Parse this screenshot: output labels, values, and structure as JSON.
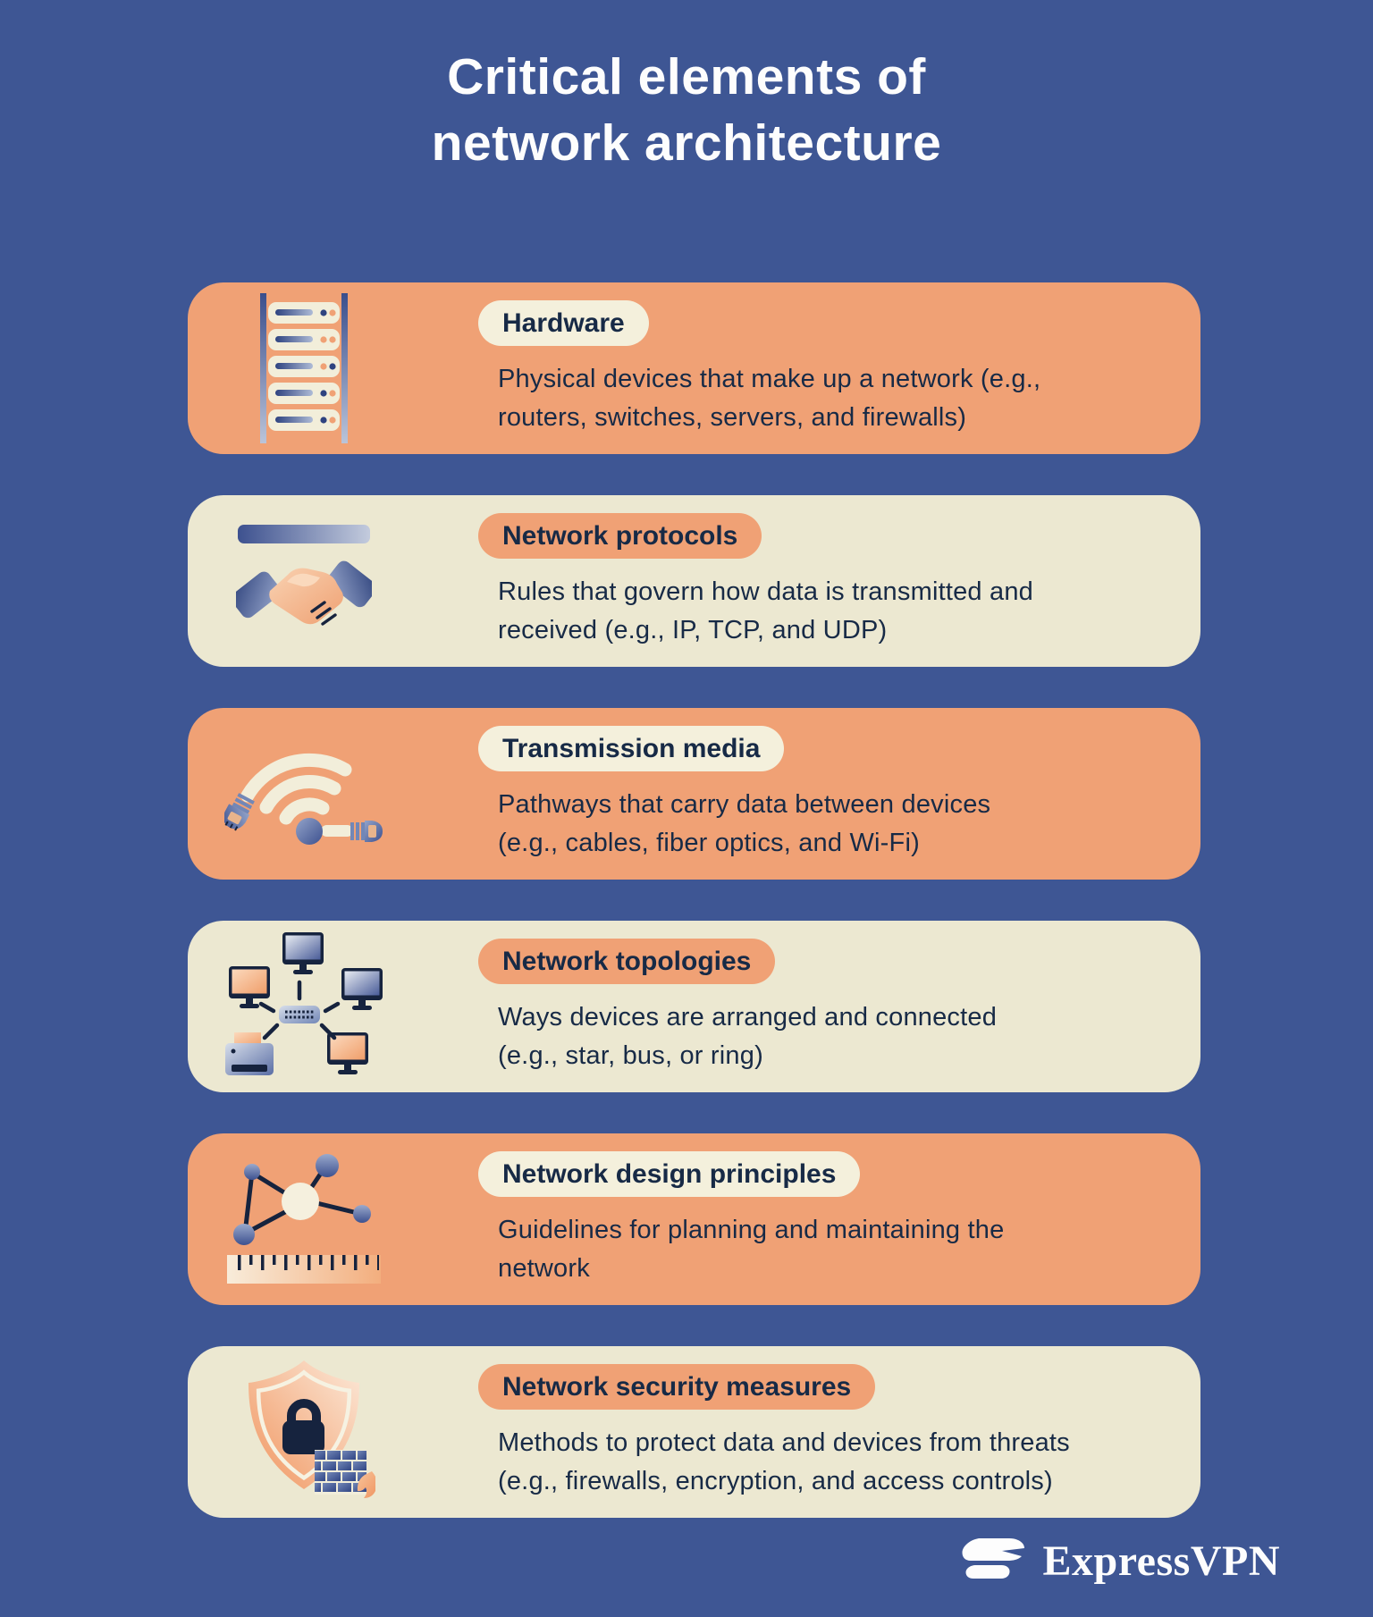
{
  "page": {
    "title": "Critical elements of\nnetwork architecture"
  },
  "colors": {
    "background": "#3E5694",
    "orange": "#F0A175",
    "cream": "#ECE8D1",
    "pill_cream": "#F4F0DC",
    "navy": "#172A46",
    "white": "#FDFDFD"
  },
  "cards": [
    {
      "id": "hardware",
      "style": "orange",
      "icon": "server-rack-icon",
      "title": "Hardware",
      "description": "Physical devices that make up a network (e.g.,\nrouters, switches, servers, and firewalls)"
    },
    {
      "id": "network-protocols",
      "style": "cream",
      "icon": "handshake-icon",
      "title": "Network protocols",
      "description": "Rules that govern how data is transmitted and\nreceived (e.g., IP, TCP, and UDP)"
    },
    {
      "id": "transmission-media",
      "style": "orange",
      "icon": "cable-wifi-icon",
      "title": "Transmission media",
      "description": "Pathways that carry data between devices\n(e.g., cables, fiber optics, and Wi-Fi)"
    },
    {
      "id": "network-topologies",
      "style": "cream",
      "icon": "star-topology-icon",
      "title": "Network topologies",
      "description": "Ways devices are arranged and connected\n(e.g., star, bus, or ring)"
    },
    {
      "id": "network-design-principles",
      "style": "orange",
      "icon": "graph-ruler-icon",
      "title": "Network design principles",
      "description": "Guidelines for planning and maintaining the\nnetwork"
    },
    {
      "id": "network-security-measures",
      "style": "cream",
      "icon": "shield-lock-icon",
      "title": "Network security measures",
      "description": "Methods to protect data and devices from threats\n(e.g., firewalls, encryption, and access controls)"
    }
  ],
  "footer": {
    "brand": "ExpressVPN"
  }
}
